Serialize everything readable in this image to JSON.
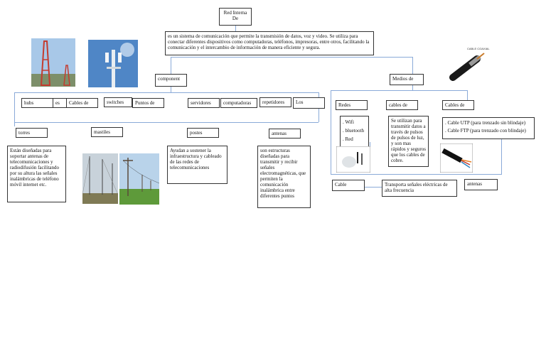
{
  "title": "Red Interna De",
  "definition": "es un sistema de comunicación que permite la transmisión de datos, voz y video. Se utiliza para conectar diferentes dispositivos como computadoras, teléfonos, impresoras, entre otros, facilitando la comunicación y el intercambio de información de manera eficiente y segura.",
  "componentes": {
    "header": "component",
    "items": [
      "hubs",
      "es",
      "Cables de",
      "switches",
      "Puntos de",
      "servidores",
      "computadoras",
      "repetidores",
      "Los"
    ]
  },
  "soportes": {
    "torres": "torres",
    "mastiles": "mastiles",
    "postes": "postes",
    "antenas": "antenas",
    "torres_desc": "Están diseñadas para soportar antenas de telecomunicaciones y radiodifusión facilitando por su altura las señales inalámbricas de teléfono móvil internet etc.",
    "postes_desc": "Ayudan a sostener la infraestructura y cableado de las redes de telecomunicaciones",
    "antenas_desc": "son estructuras diseñadas para transmitir y recibir señales electromagnéticas, que permiten la comunicación inalámbrica entre diferentes puntos"
  },
  "medios": {
    "header": "Medios de",
    "redes": "Redes",
    "redes_list": [
      ". Wifi",
      ". bluetooth",
      ". Red"
    ],
    "fibra": "cables de",
    "fibra_desc": "Se utilizan para transmitir datos a través de pulsos de pulsos de luz, y son mas rápidos y seguros que los cables de cobre.",
    "cobre": "Cables de",
    "cobre_list": [
      ". Cable UTP (para trenzado sin blindaje)",
      ". Cable FTP (para trenzado con blindaje)"
    ],
    "cable": "Cable",
    "cable_desc": "Transporta señales eléctricas de alta frecuencia",
    "antenas": "antenas"
  },
  "image_labels": {
    "cable_coaxial": "CABLE COAXIAL"
  }
}
